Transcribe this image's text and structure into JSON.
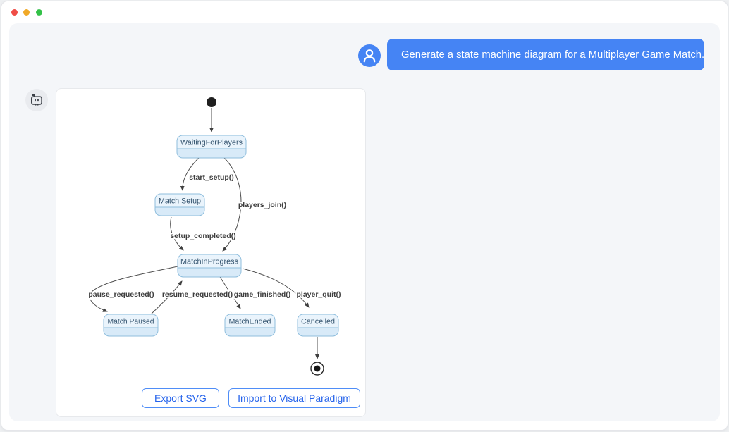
{
  "window": {
    "controls": [
      {
        "name": "close"
      },
      {
        "name": "minimize"
      },
      {
        "name": "zoom"
      }
    ]
  },
  "chat": {
    "user_message": "Generate a state machine diagram for a Multiplayer Game Match.",
    "user_avatar_icon": "person-icon",
    "bot_avatar_icon": "robot-icon"
  },
  "diagram": {
    "type": "uml-state-machine",
    "title": "Multiplayer Game Match",
    "initial_state": "initial",
    "final_state": "final",
    "states": [
      {
        "label": "WaitingForPlayers"
      },
      {
        "label": "Match Setup"
      },
      {
        "label": "MatchInProgress"
      },
      {
        "label": "Match Paused"
      },
      {
        "label": "MatchEnded"
      },
      {
        "label": "Cancelled"
      }
    ],
    "transitions": [
      {
        "from": "initial",
        "to": "WaitingForPlayers",
        "label": ""
      },
      {
        "from": "WaitingForPlayers",
        "to": "Match Setup",
        "label": "start_setup()"
      },
      {
        "from": "WaitingForPlayers",
        "to": "MatchInProgress",
        "label": "players_join()"
      },
      {
        "from": "Match Setup",
        "to": "MatchInProgress",
        "label": "setup_completed()"
      },
      {
        "from": "MatchInProgress",
        "to": "Match Paused",
        "label": "pause_requested()"
      },
      {
        "from": "Match Paused",
        "to": "MatchInProgress",
        "label": "resume_requested()"
      },
      {
        "from": "MatchInProgress",
        "to": "MatchEnded",
        "label": "game_finished()"
      },
      {
        "from": "MatchInProgress",
        "to": "Cancelled",
        "label": "player_quit()"
      },
      {
        "from": "Cancelled",
        "to": "final",
        "label": ""
      }
    ],
    "colors": {
      "state_fill": "#d8eaf8",
      "state_title_fill": "#eaf4fc",
      "state_stroke": "#8fbedd",
      "state_text": "#33536e",
      "edge_stroke": "#4d4d4d",
      "edge_label_text": "#3d3d3d"
    }
  },
  "actions": {
    "export_svg_label": "Export SVG",
    "import_vp_label": "Import to Visual Paradigm"
  },
  "theme": {
    "accent_blue": "#4584f4",
    "button_text_blue": "#2563eb",
    "panel_bg": "#f4f6f9",
    "traffic_red": "#ef4d47",
    "traffic_yellow": "#f0a928",
    "traffic_green": "#33c148"
  }
}
